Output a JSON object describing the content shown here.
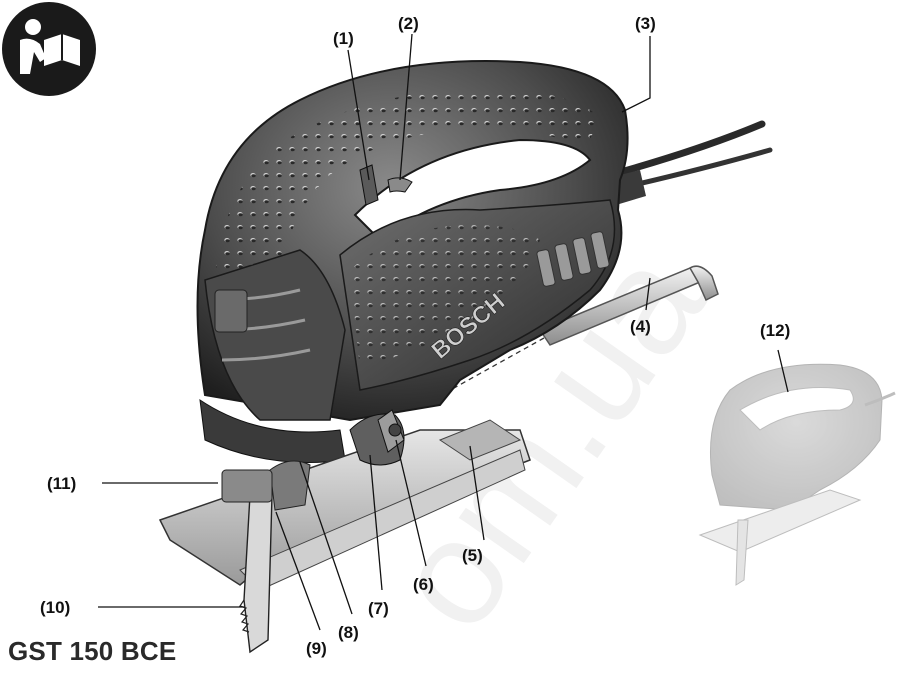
{
  "watermark": "om.ua",
  "brand_mark": "BOSCH",
  "model": "GST 150 BCE",
  "callouts": [
    {
      "id": "c1",
      "label": "(1)"
    },
    {
      "id": "c2",
      "label": "(2)"
    },
    {
      "id": "c3",
      "label": "(3)"
    },
    {
      "id": "c4",
      "label": "(4)"
    },
    {
      "id": "c5",
      "label": "(5)"
    },
    {
      "id": "c6",
      "label": "(6)"
    },
    {
      "id": "c7",
      "label": "(7)"
    },
    {
      "id": "c8",
      "label": "(8)"
    },
    {
      "id": "c9",
      "label": "(9)"
    },
    {
      "id": "c10",
      "label": "(10)"
    },
    {
      "id": "c11",
      "label": "(11)"
    },
    {
      "id": "c12",
      "label": "(12)"
    }
  ],
  "icons": {
    "manual": "read-manual-icon"
  }
}
